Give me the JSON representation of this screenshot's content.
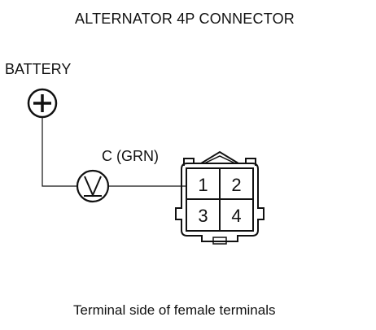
{
  "title": "ALTERNATOR 4P CONNECTOR",
  "battery": {
    "label": "BATTERY",
    "icon": "plus-terminal-icon"
  },
  "meter": {
    "icon": "voltmeter-icon"
  },
  "wire": {
    "label": "C (GRN)"
  },
  "connector": {
    "pins": [
      "1",
      "2",
      "3",
      "4"
    ]
  },
  "caption": "Terminal side of female terminals"
}
